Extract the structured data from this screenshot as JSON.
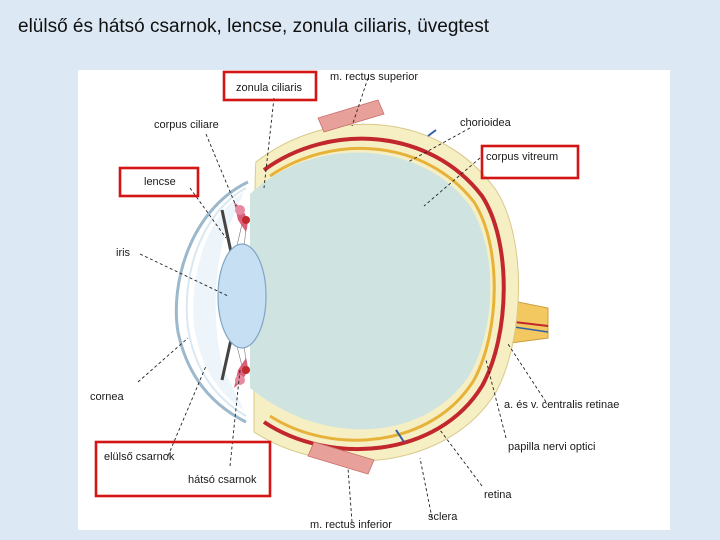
{
  "slide": {
    "title": "elülső és hátsó csarnok, lencse, zonula ciliaris, üvegtest"
  },
  "diagram": {
    "labels": {
      "zonula_ciliaris": "zonula ciliaris",
      "m_rectus_superior": "m. rectus superior",
      "corpus_ciliare": "corpus ciliare",
      "chorioidea": "chorioidea",
      "corpus_vitreum": "corpus vitreum",
      "lencse": "lencse",
      "iris": "iris",
      "cornea": "cornea",
      "vessels": "a. és v. centralis retinae",
      "papilla": "papilla nervi optici",
      "elulso_csarnok": "elülső csarnok",
      "hatso_csarnok": "hátsó csarnok",
      "retina": "retina",
      "m_rectus_inferior": "m. rectus inferior",
      "sclera": "sclera"
    },
    "highlighted": [
      "zonula ciliaris",
      "corpus vitreum",
      "lencse",
      "elülső csarnok",
      "hátsó csarnok"
    ],
    "colors": {
      "highlight": "#d31515",
      "sclera": "#f6efc4",
      "chorioidea": "#c1272d",
      "vitreum": "#cfe3e0",
      "lens": "#c6dff2",
      "muscle": "#e8a09a",
      "nerve": "#f3c860"
    }
  }
}
